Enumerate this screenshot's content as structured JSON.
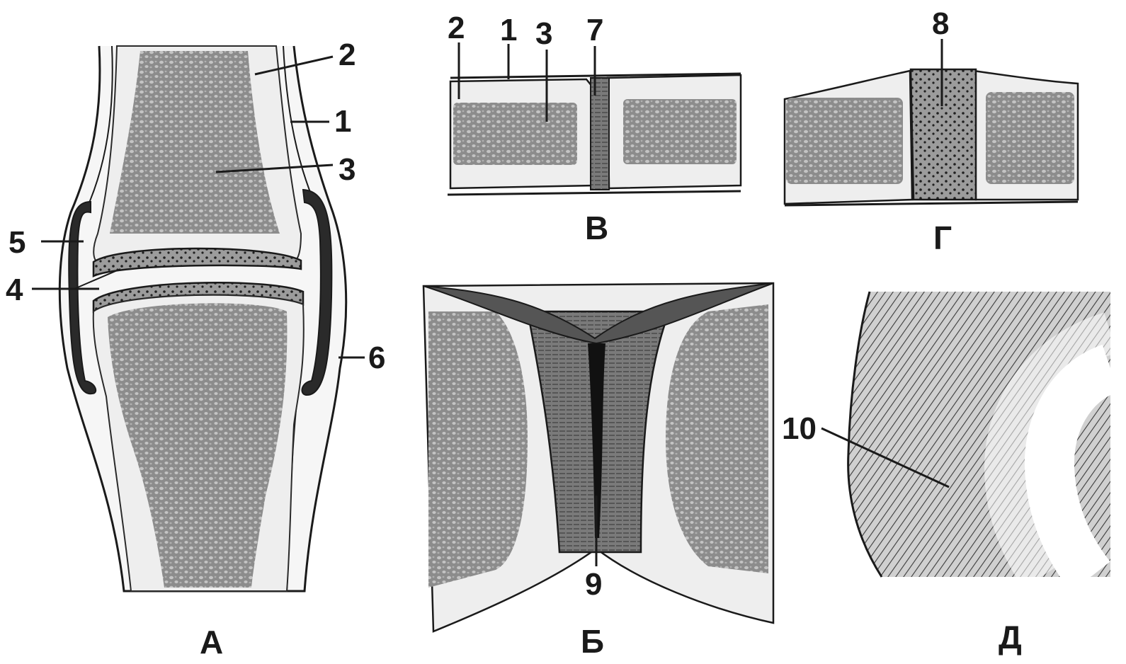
{
  "labels": {
    "n1": "1",
    "n2": "2",
    "n3": "3",
    "n4": "4",
    "n5": "5",
    "n6": "6",
    "n7": "7",
    "n8": "8",
    "n9": "9",
    "n10": "10"
  },
  "panels": {
    "a": "А",
    "b": "Б",
    "v": "В",
    "g": "Г",
    "d": "Д"
  },
  "colors": {
    "ink": "#1a1a1a",
    "spongy_bone": "#8a8a8a",
    "compact_bone": "#eeeeee",
    "cartilage": "#9a9a9a",
    "background": "#ffffff"
  }
}
